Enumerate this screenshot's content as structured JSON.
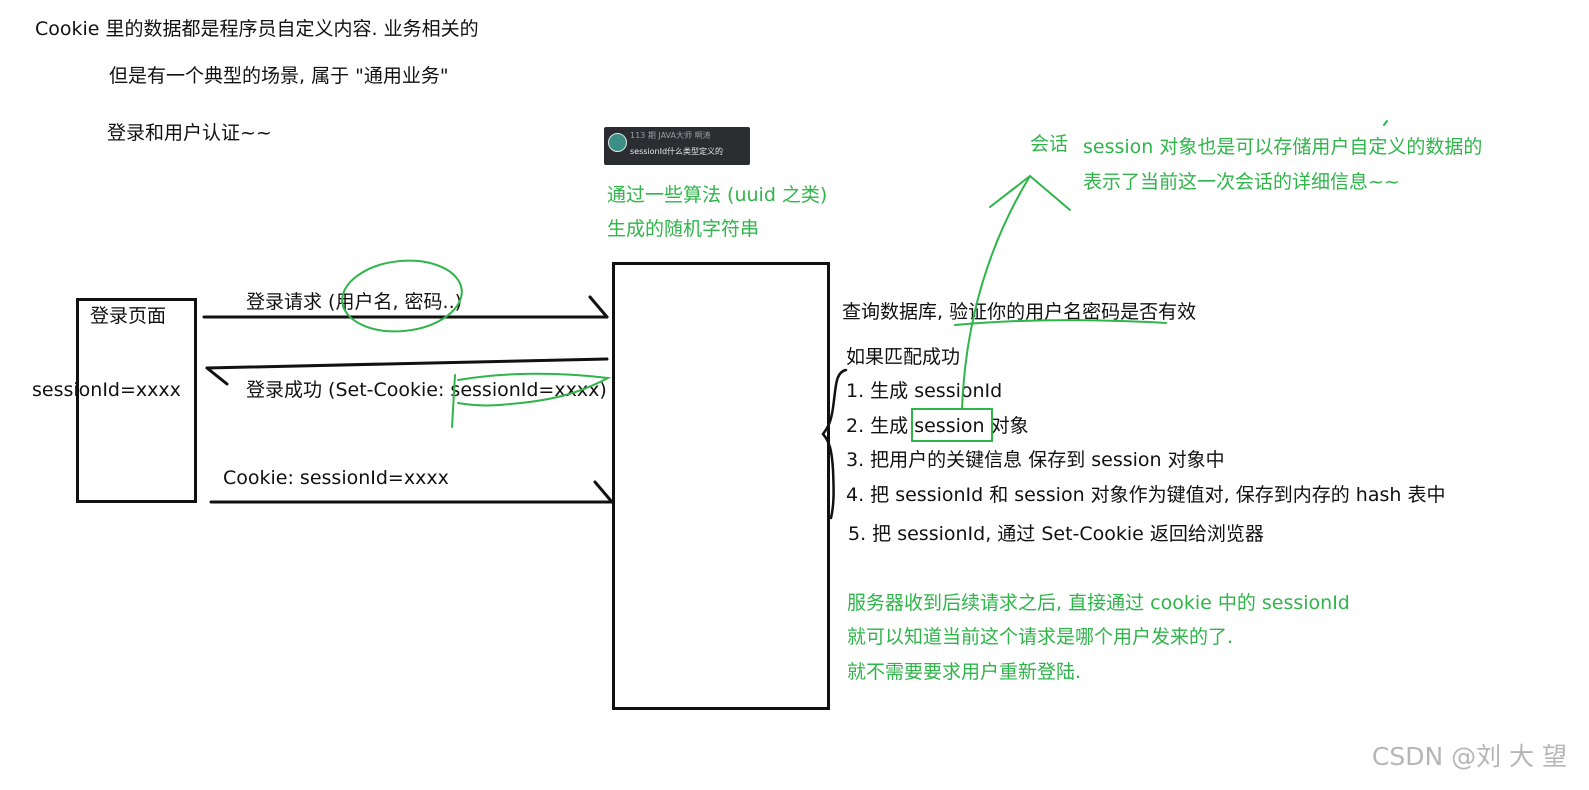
{
  "notes": {
    "line1": "Cookie 里的数据都是程序员自定义内容.    业务相关的",
    "line2": "但是有一个典型的场景, 属于 \"通用业务\"",
    "line3": "登录和用户认证~~"
  },
  "toast": {
    "meta": "113 期 JAVA大师 啊涛",
    "message": "sessionId什么类型定义的"
  },
  "uuid_note": {
    "line1": "通过一些算法 (uuid 之类)",
    "line2": "生成的随机字符串"
  },
  "session_note": {
    "tag": "会话",
    "line1": "session 对象也是可以存储用户自定义的数据的",
    "line2": "表示了当前这一次会话的详细信息~~"
  },
  "client": {
    "title": "登录页面",
    "cookie_value": "sessionId=xxxx"
  },
  "arrows": {
    "request": "登录请求 (用户名, 密码..)",
    "response": "登录成功 (Set-Cookie: sessionId=xxxx)",
    "cookie": "Cookie: sessionId=xxxx"
  },
  "server_steps": {
    "query": "查询数据库, 验证你的用户名密码是否有效",
    "if_match": "如果匹配成功",
    "step1": "1. 生成 sessionId",
    "step2": "2. 生成 session 对象",
    "step3": "3. 把用户的关键信息 保存到 session 对象中",
    "step4": "4. 把 sessionId 和 session 对象作为键值对, 保存到内存的 hash 表中",
    "step5": "5. 把 sessionId, 通过 Set-Cookie 返回给浏览器"
  },
  "followup": {
    "line1": "服务器收到后续请求之后, 直接通过 cookie 中的 sessionId",
    "line2": "就可以知道当前这个请求是哪个用户发来的了.",
    "line3": "就不需要要求用户重新登陆."
  },
  "watermark": "CSDN @刘 大 望",
  "colors": {
    "ink": "#111111",
    "annotation_green": "#2fb54a",
    "watermark_gray": "#b6b6b6"
  }
}
